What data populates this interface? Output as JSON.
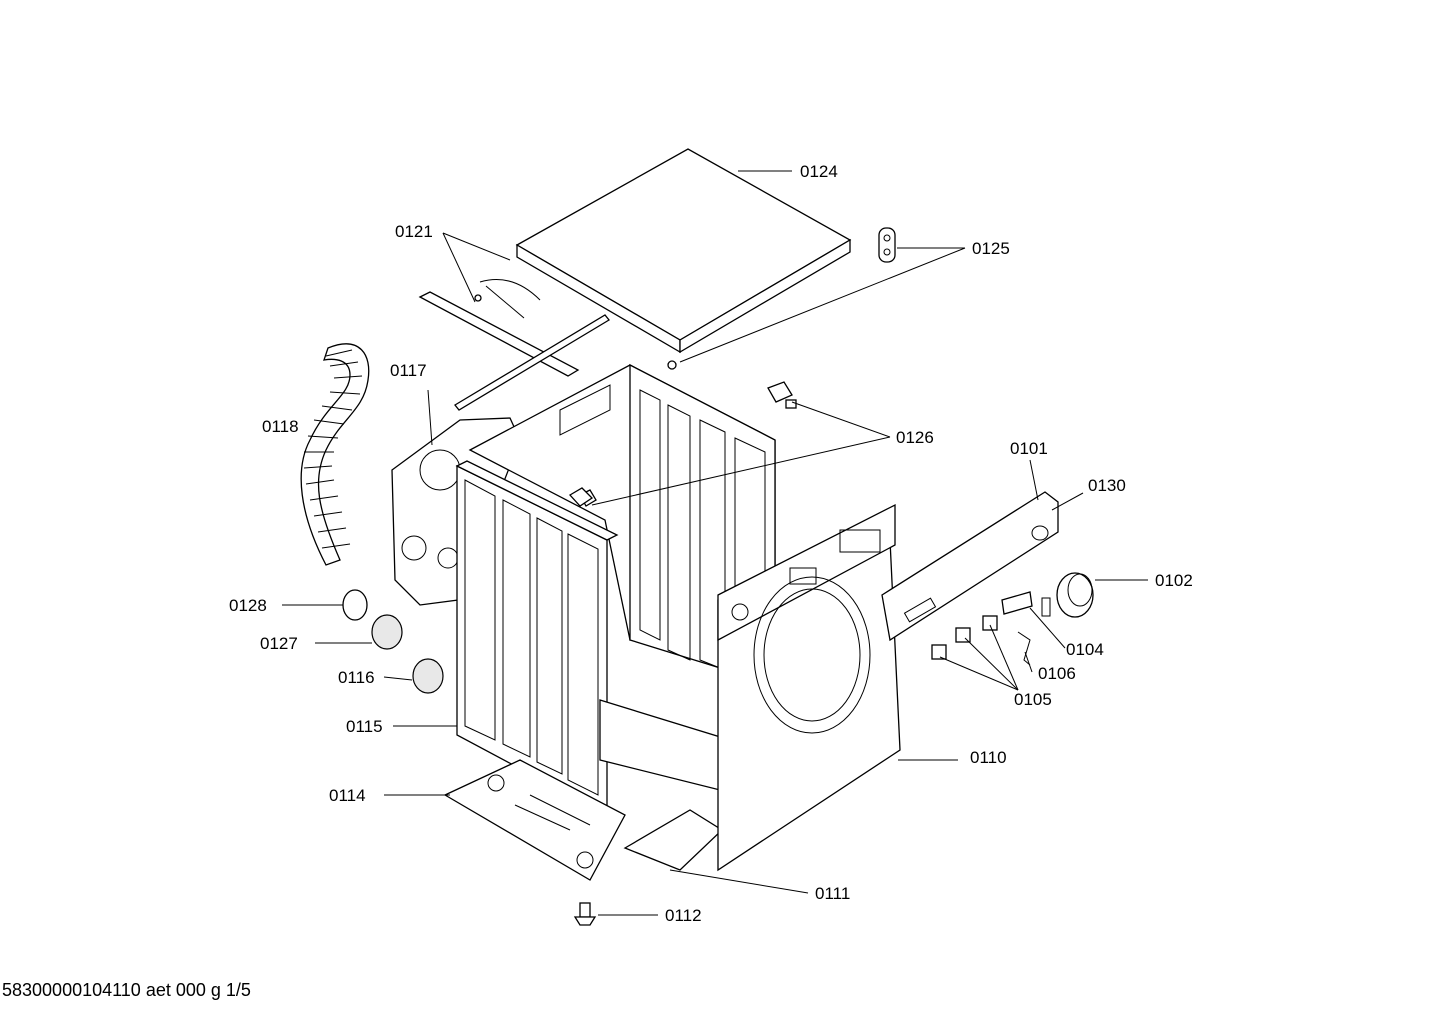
{
  "diagram": {
    "labels": {
      "p0124": "0124",
      "p0125": "0125",
      "p0121": "0121",
      "p0117": "0117",
      "p0118": "0118",
      "p0126": "0126",
      "p0101": "0101",
      "p0130": "0130",
      "p0102": "0102",
      "p0128": "0128",
      "p0127": "0127",
      "p0104": "0104",
      "p0106": "0106",
      "p0116": "0116",
      "p0105": "0105",
      "p0115": "0115",
      "p0110": "0110",
      "p0114": "0114",
      "p0111": "0111",
      "p0112": "0112"
    }
  },
  "footer": {
    "text": "58300000104110 aet 000 g 1/5"
  }
}
